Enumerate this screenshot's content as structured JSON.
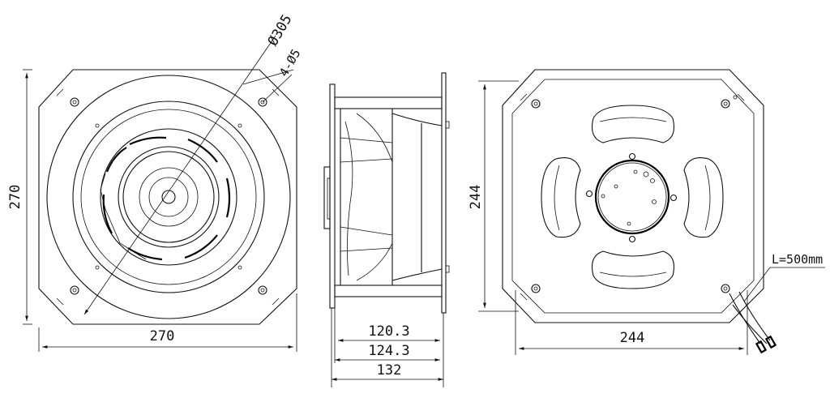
{
  "front_view": {
    "width_label": "270",
    "height_label": "270",
    "diameter_label": "Ø305",
    "holes_label": "4-Ø5"
  },
  "side_view": {
    "depth1_label": "120.3",
    "depth2_label": "124.3",
    "depth3_label": "132"
  },
  "rear_view": {
    "width_label": "244",
    "height_label": "244",
    "cable_label": "L=500mm"
  }
}
